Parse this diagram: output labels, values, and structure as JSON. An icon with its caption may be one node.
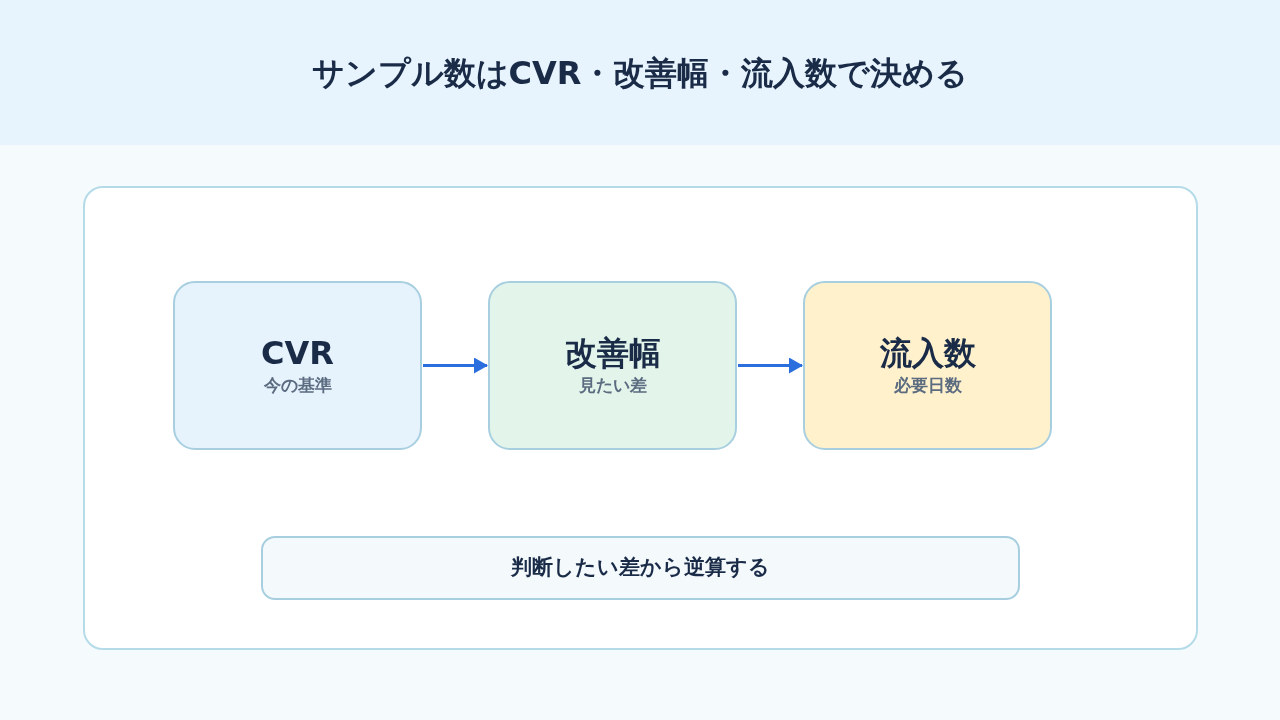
{
  "diagram": {
    "title": "サンプル数はCVR・改善幅・流入数で決める",
    "nodes": [
      {
        "text": [
          "CVR",
          "今の基準"
        ]
      },
      {
        "text": [
          "改善幅",
          "見たい差"
        ]
      },
      {
        "text": [
          "流入数",
          "必要日数"
        ]
      },
      {
        "text": [
          "判断したい差から逆算する"
        ]
      }
    ],
    "edges": [
      {
        "from": 0,
        "to": 1,
        "arrow": "to"
      },
      {
        "from": 1,
        "to": 2,
        "arrow": "to"
      }
    ]
  }
}
